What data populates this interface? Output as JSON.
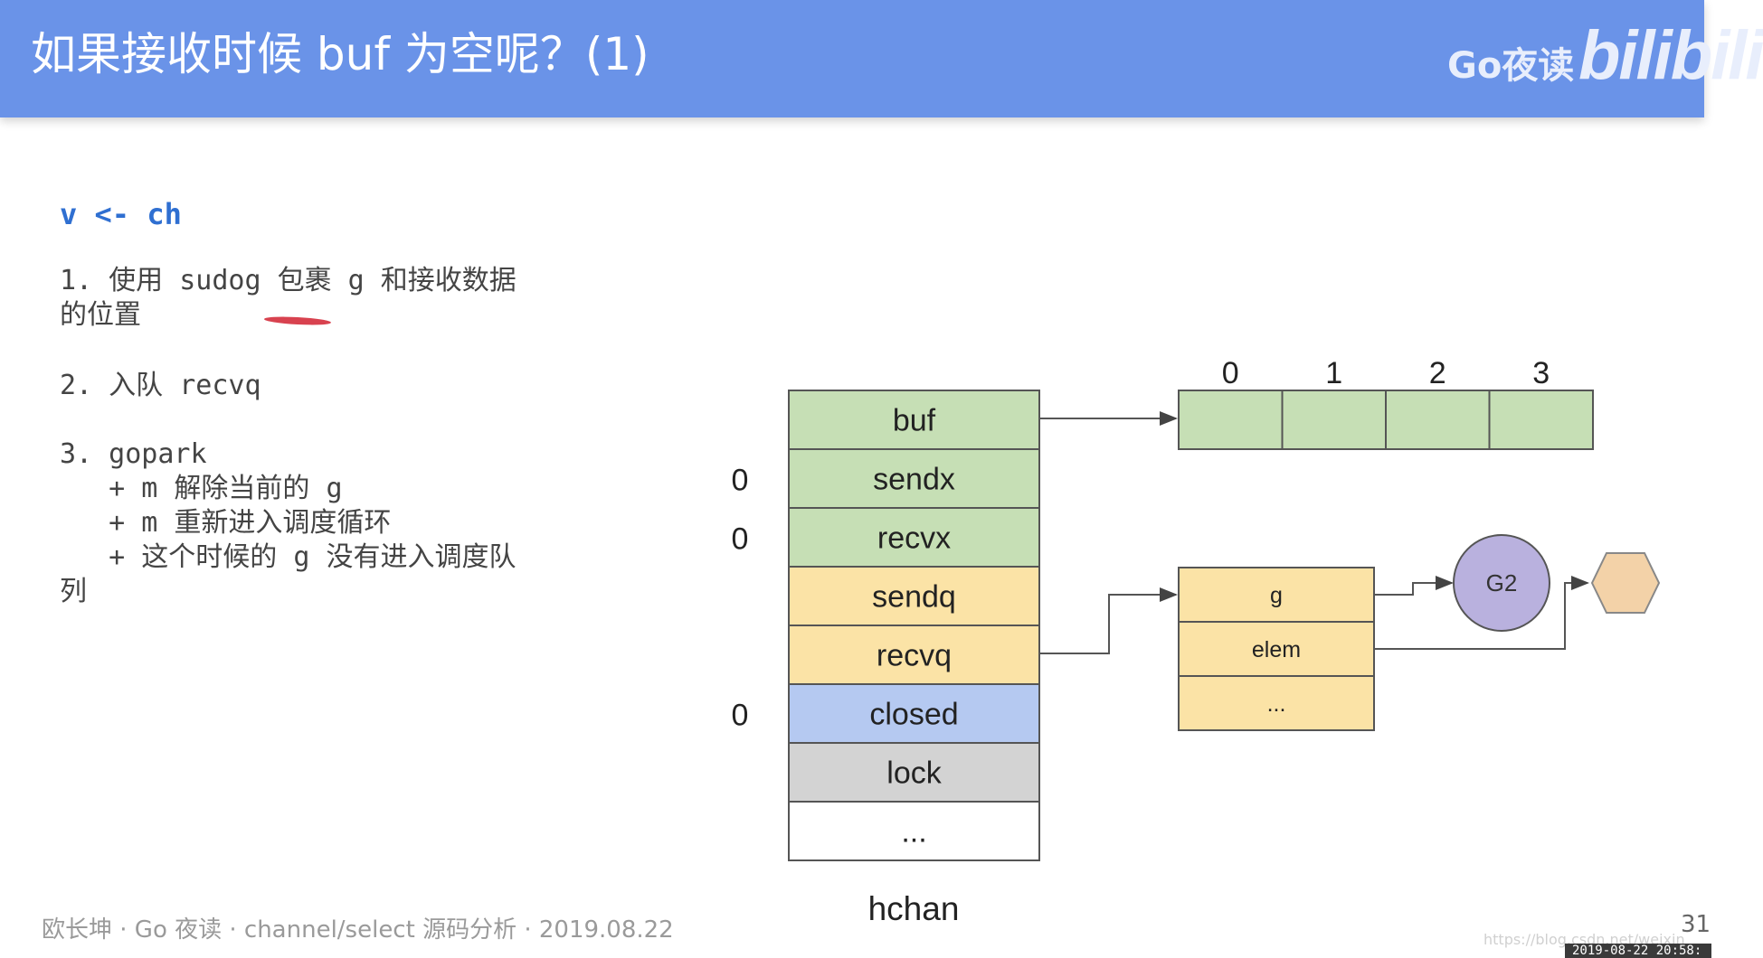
{
  "header": {
    "title": "如果接收时候 buf 为空呢？(1)",
    "logo_text": "Go夜读",
    "logo_bili": "bilibili"
  },
  "content": {
    "code": "v <- ch",
    "steps": [
      "1. 使用 sudog 包裹 g 和接收数据\n的位置",
      "2. 入队 recvq",
      "3. gopark\n   + m 解除当前的 g\n   + m 重新进入调度循环\n   + 这个时候的 g 没有进入调度队\n列"
    ]
  },
  "hchan": {
    "fields": [
      {
        "label": "buf",
        "color": "#c6dfb5"
      },
      {
        "label": "sendx",
        "color": "#c6dfb5"
      },
      {
        "label": "recvx",
        "color": "#c6dfb5"
      },
      {
        "label": "sendq",
        "color": "#fbe3a6"
      },
      {
        "label": "recvq",
        "color": "#fbe3a6"
      },
      {
        "label": "closed",
        "color": "#b5c9f1"
      },
      {
        "label": "lock",
        "color": "#d3d3d3"
      },
      {
        "label": "...",
        "color": "#ffffff"
      }
    ],
    "caption": "hchan",
    "side_values": {
      "sendx": "0",
      "recvx": "0",
      "closed": "0"
    }
  },
  "buffer": {
    "indices": [
      "0",
      "1",
      "2",
      "3"
    ],
    "color": "#c6dfb5"
  },
  "sudog": {
    "fields": [
      "g",
      "elem",
      "..."
    ],
    "color": "#fbe3a6"
  },
  "goroutine": {
    "label": "G2",
    "color": "#b9b1de"
  },
  "elem_target_color": "#f3d2a8",
  "footer": {
    "text": "欧长坤 · Go 夜读 · channel/select 源码分析 · 2019.08.22",
    "page": "31",
    "watermark": "https://blog.csdn.net/weixin_",
    "stamp": "2019-08-22 20:58:"
  }
}
